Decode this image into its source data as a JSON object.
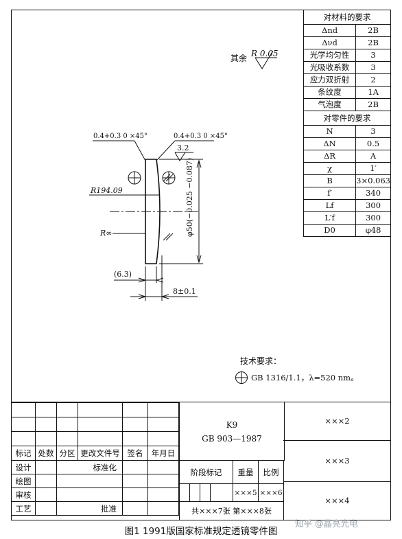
{
  "remainder": {
    "label": "其余",
    "roughness": "R 0.05"
  },
  "chamfer_left": "0.4+0.3 0 ×45°",
  "chamfer_right": "0.4+0.3 0 ×45°",
  "surface_roughness": "3.2",
  "radius_left": "R194.09",
  "radius_flat": "R∞",
  "diameter": "φ50(−0.025 −0.087)",
  "thickness_edge": "(6.3)",
  "thickness_center": "8±0.1",
  "tech": {
    "title": "技术要求：",
    "note": "GB 1316/1.1，λ=520 nm。"
  },
  "material_req": {
    "title": "对材料的要求",
    "rows": [
      [
        "Δnd",
        "2B"
      ],
      [
        "Δνd",
        "2B"
      ],
      [
        "光学均匀性",
        "3"
      ],
      [
        "光吸收系数",
        "3"
      ],
      [
        "应力双折射",
        "2"
      ],
      [
        "条纹度",
        "1A"
      ],
      [
        "气泡度",
        "2B"
      ]
    ]
  },
  "part_req": {
    "title": "对零件的要求",
    "rows": [
      [
        "N",
        "3"
      ],
      [
        "ΔN",
        "0.5"
      ],
      [
        "ΔR",
        "A"
      ],
      [
        "χ",
        "1′"
      ],
      [
        "B",
        "3×0.063"
      ],
      [
        "f′",
        "340"
      ],
      [
        "Lf",
        "300"
      ],
      [
        "L′f",
        "300"
      ],
      [
        "D0",
        "φ48"
      ]
    ]
  },
  "title_block": {
    "headers": [
      "标记",
      "处数",
      "分区",
      "更改文件号",
      "签名",
      "年月日"
    ],
    "roles": [
      "设计",
      "绘图",
      "审核",
      "工艺"
    ],
    "standardize": "标准化",
    "approve": "批准",
    "material": "K9",
    "standard": "GB 903—1987",
    "stage_mark": "阶段标记",
    "weight": "重量",
    "scale": "比例",
    "weight_value": "×××5",
    "scale_value": "×××6",
    "sheets": "共×××7张  第×××8张",
    "code2": "×××2",
    "code3": "×××3",
    "code4": "×××4"
  },
  "caption": "图1  1991版国家标准规定透镜零件图",
  "watermark": "知乎 @晶亮光电"
}
